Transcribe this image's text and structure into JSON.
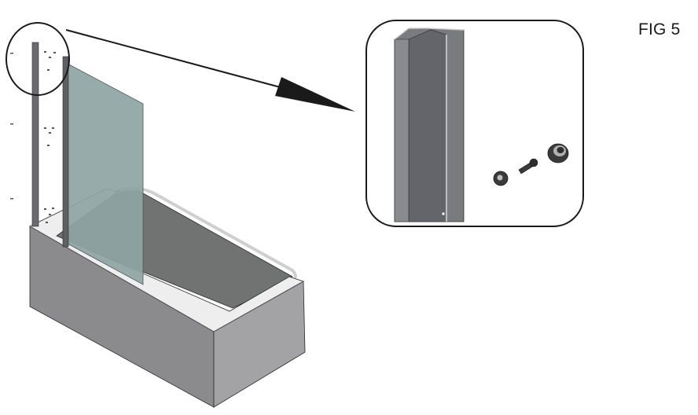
{
  "figure": {
    "label": "FIG 5"
  },
  "colors": {
    "outline": "#1a1a1a",
    "bath_front": "#8a8a8c",
    "bath_side": "#9c9c9e",
    "bath_top": "#d9d9da",
    "bath_inner": "#6f7170",
    "glass_panel": "#8aa0a0",
    "profile": "#6e6e72",
    "fitting": "#3a3a3c"
  },
  "components": {
    "detail_callout": "circle-to-inset",
    "inset_items": [
      "wall-profile",
      "spacer",
      "screw",
      "sleeve"
    ]
  }
}
